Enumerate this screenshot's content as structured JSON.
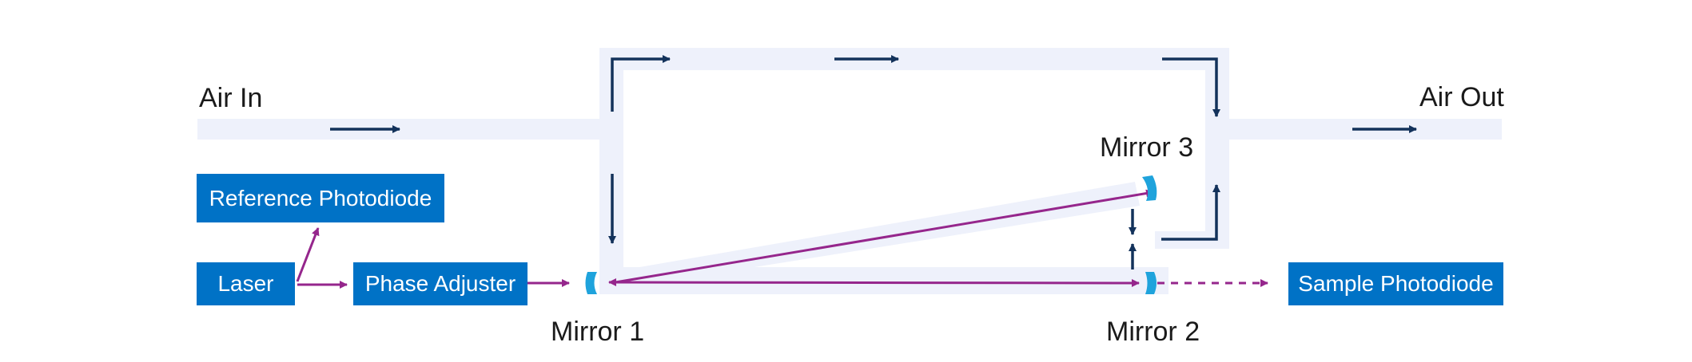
{
  "labels": {
    "air_in": "Air In",
    "air_out": "Air Out",
    "mirror_1": "Mirror 1",
    "mirror_2": "Mirror 2",
    "mirror_3": "Mirror 3"
  },
  "boxes": {
    "reference_photodiode": "Reference Photodiode",
    "laser": "Laser",
    "phase_adjuster": "Phase Adjuster",
    "sample_photodiode": "Sample Photodiode"
  },
  "colors": {
    "duct": "#eef1fb",
    "air_arrow": "#13325b",
    "beam": "#95268c",
    "box_fill": "#0072c6",
    "box_text": "#ffffff",
    "mirror": "#1fa3dc",
    "label_text": "#1a1a1a"
  }
}
